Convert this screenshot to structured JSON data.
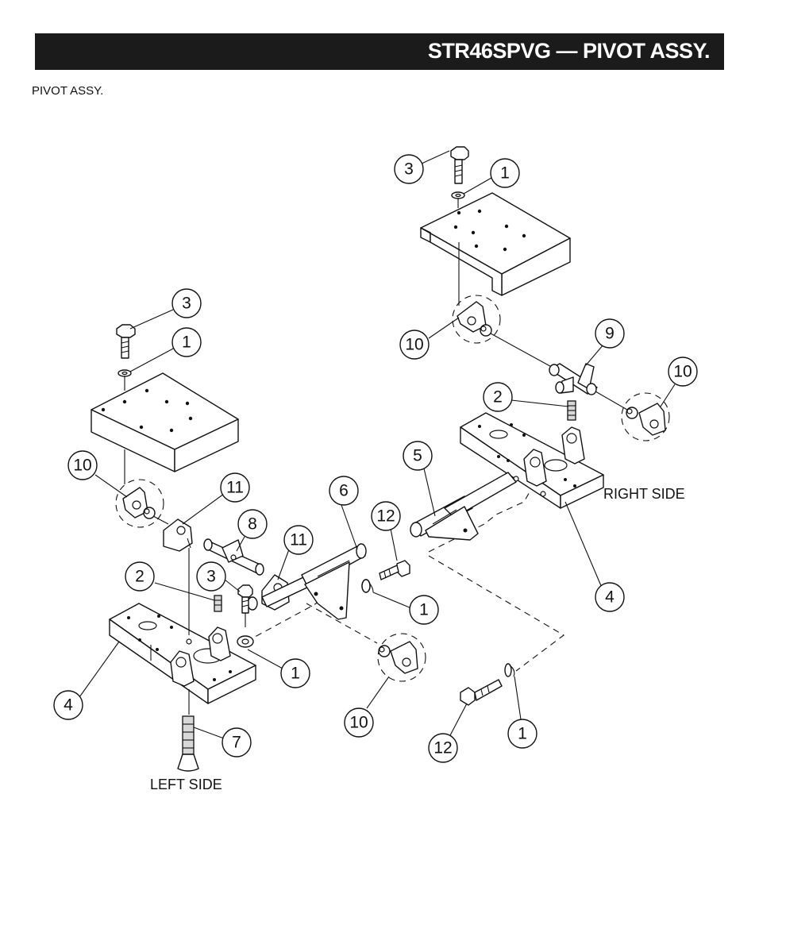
{
  "header": {
    "title": "STR46SPVG — PIVOT ASSY."
  },
  "section_label": "PIVOT ASSY.",
  "side_labels": {
    "left": "LEFT SIDE",
    "right": "RIGHT SIDE"
  },
  "callouts": [
    {
      "id": "c-r-3",
      "num": "3"
    },
    {
      "id": "c-r-1",
      "num": "1"
    },
    {
      "id": "c-r-10a",
      "num": "10"
    },
    {
      "id": "c-r-9",
      "num": "9"
    },
    {
      "id": "c-r-10b",
      "num": "10"
    },
    {
      "id": "c-r-2",
      "num": "2"
    },
    {
      "id": "c-r-5",
      "num": "5"
    },
    {
      "id": "c-r-12",
      "num": "12"
    },
    {
      "id": "c-r-4",
      "num": "4"
    },
    {
      "id": "c-l-3",
      "num": "3"
    },
    {
      "id": "c-l-1",
      "num": "1"
    },
    {
      "id": "c-l-10a",
      "num": "10"
    },
    {
      "id": "c-l-11a",
      "num": "11"
    },
    {
      "id": "c-l-8",
      "num": "8"
    },
    {
      "id": "c-l-6",
      "num": "6"
    },
    {
      "id": "c-l-11b",
      "num": "11"
    },
    {
      "id": "c-l-2",
      "num": "2"
    },
    {
      "id": "c-l-3b",
      "num": "3"
    },
    {
      "id": "c-m-1a",
      "num": "1"
    },
    {
      "id": "c-l-1b",
      "num": "1"
    },
    {
      "id": "c-l-4",
      "num": "4"
    },
    {
      "id": "c-l-7",
      "num": "7"
    },
    {
      "id": "c-m-10",
      "num": "10"
    },
    {
      "id": "c-b-12",
      "num": "12"
    },
    {
      "id": "c-b-1",
      "num": "1"
    }
  ]
}
